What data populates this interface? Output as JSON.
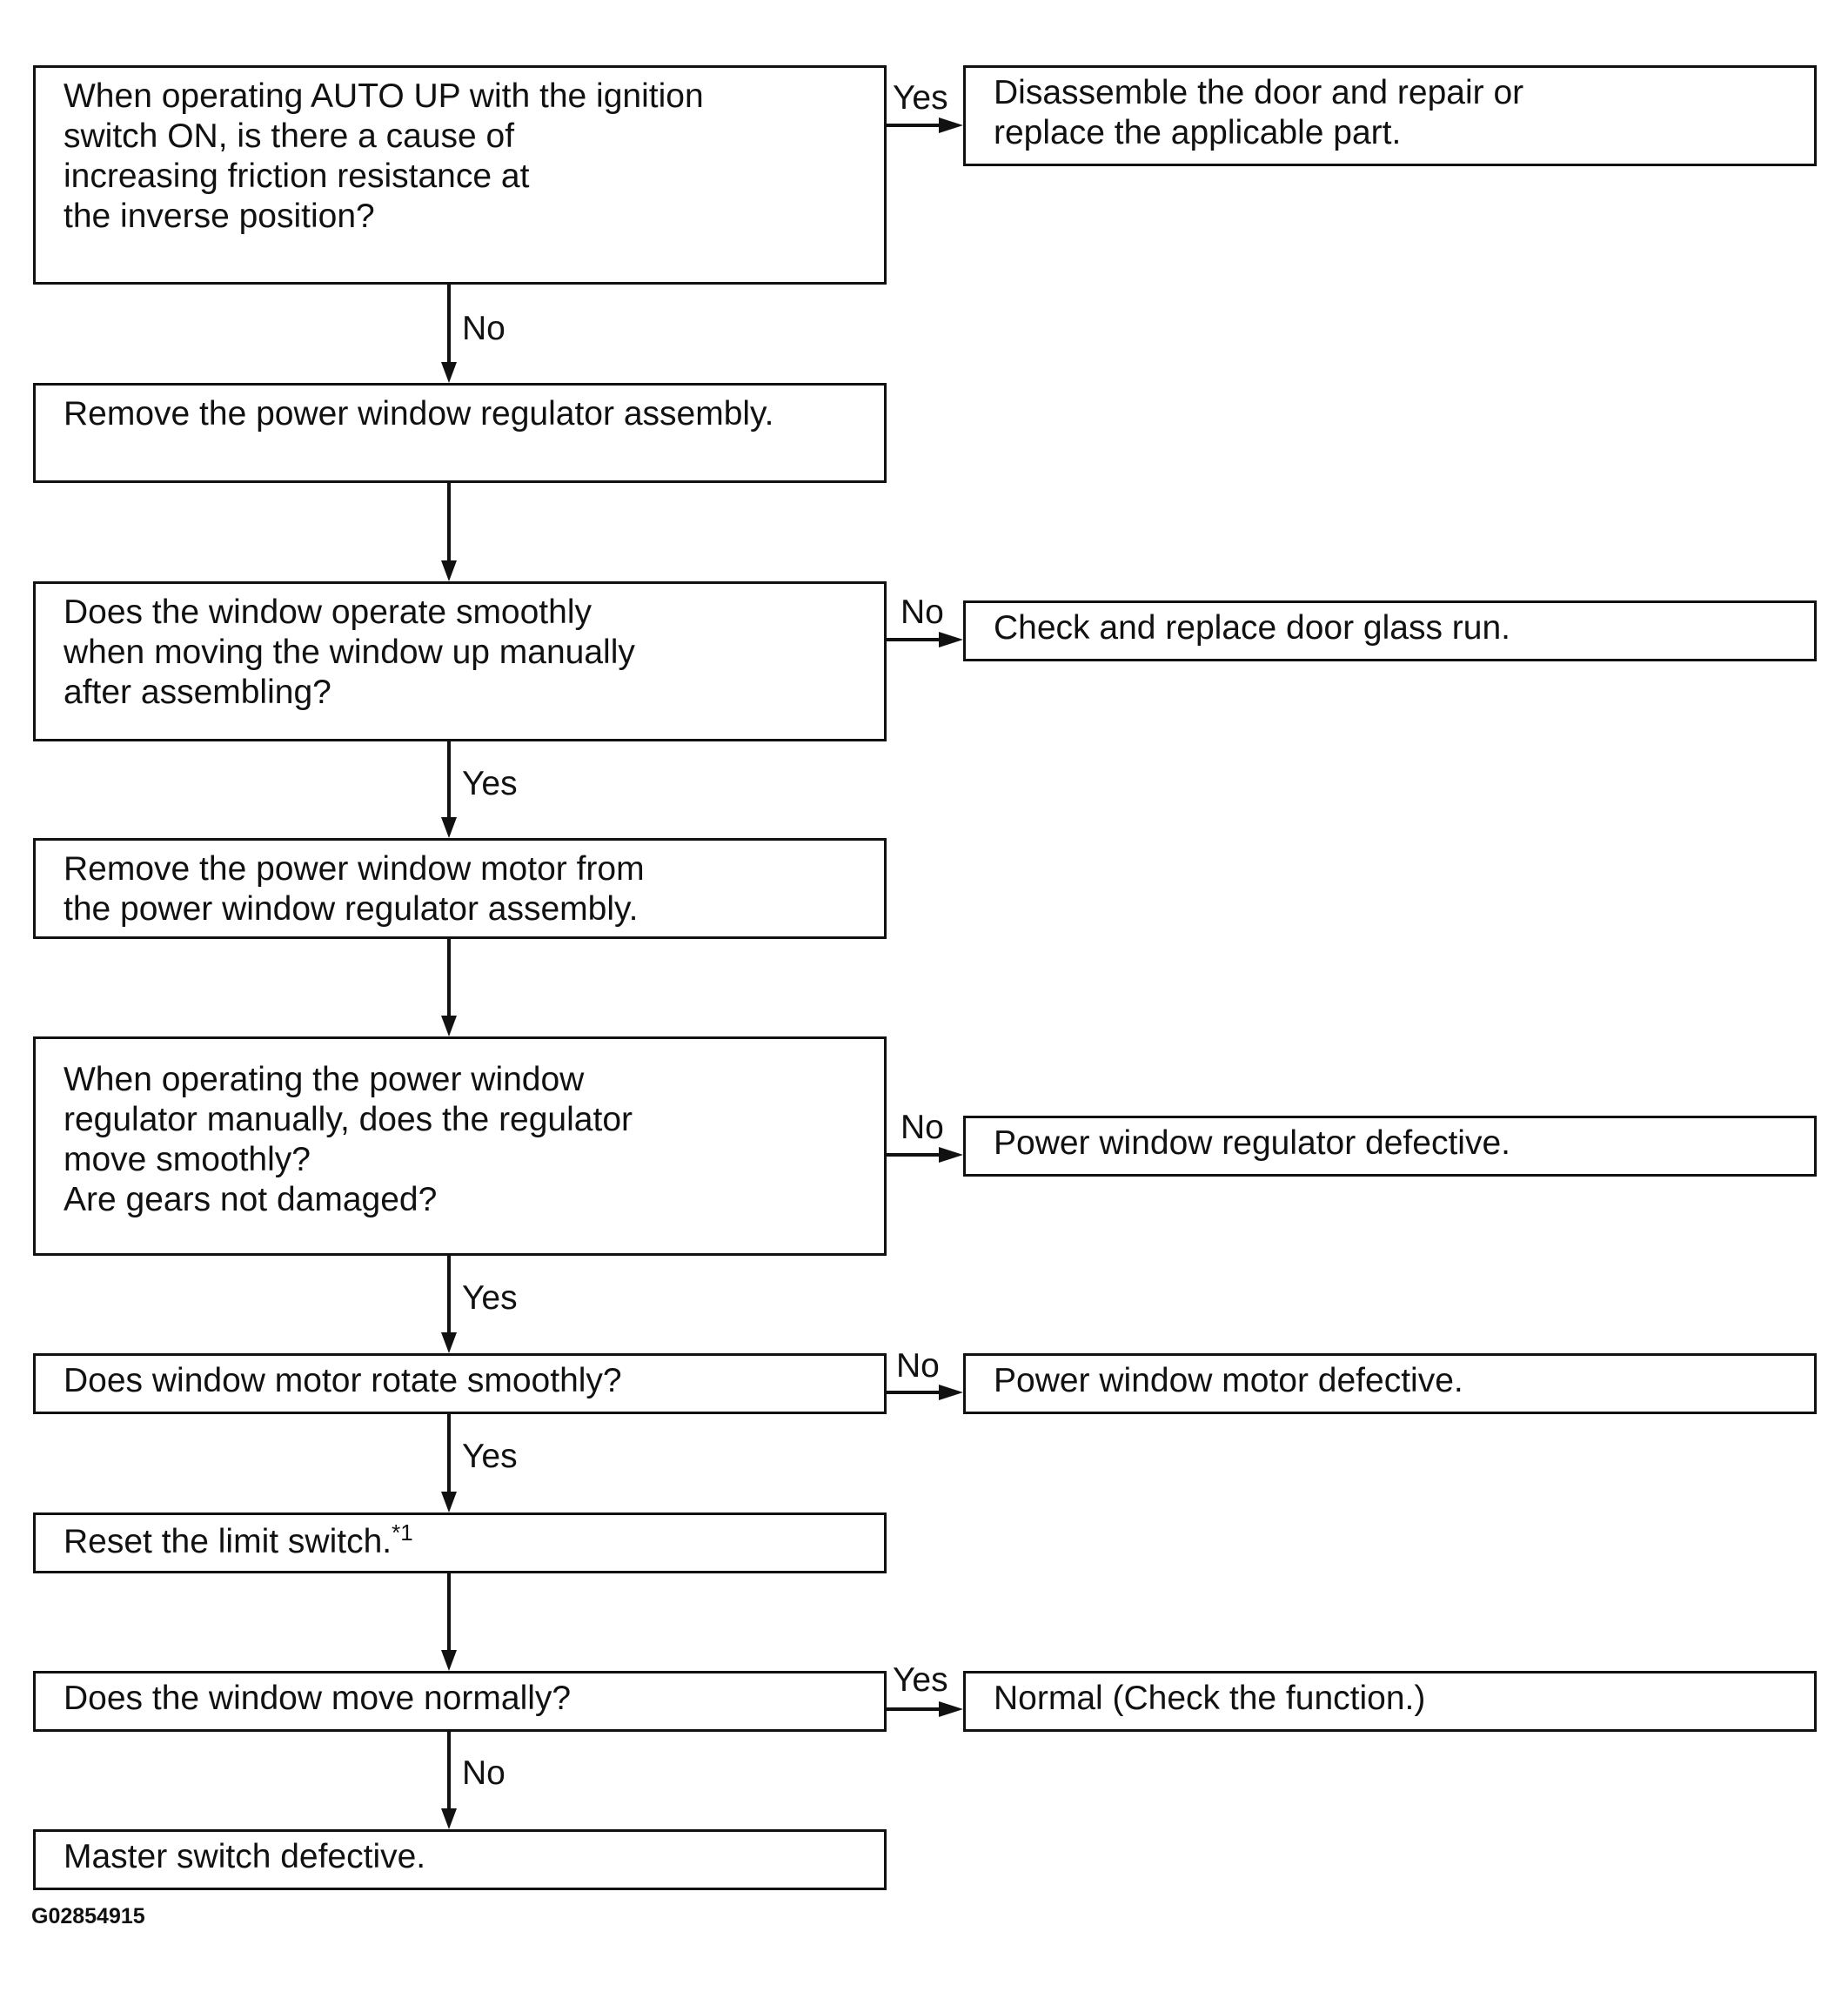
{
  "nodes": {
    "q_auto_up": "When operating AUTO UP with the ignition\nswitch ON, is there a cause of\nincreasing friction resistance at\nthe inverse position?",
    "a_disassemble_door": "Disassemble the door and repair or\nreplace the applicable part.",
    "s_remove_regulator": "Remove the power window regulator assembly.",
    "q_window_smooth": "Does the window operate smoothly\nwhen moving the window up manually\nafter assembling?",
    "a_glass_run": "Check and replace door glass run.",
    "s_remove_motor": "Remove the power window motor from\nthe power window regulator assembly.",
    "q_regulator_manual": "When operating the power window\nregulator manually, does the regulator\nmove smoothly?\nAre gears not damaged?",
    "a_regulator_defective": "Power window regulator defective.",
    "q_motor_rotate": "Does window motor rotate smoothly?",
    "a_motor_defective": "Power window motor defective.",
    "s_reset_limit": "Reset the limit switch.",
    "s_reset_limit_note": "*1",
    "q_move_normally": "Does the window move normally?",
    "a_normal": "Normal (Check the function.)",
    "a_master_defective": "Master switch defective."
  },
  "edge_labels": {
    "yes": "Yes",
    "no": "No"
  },
  "figure_code": "G02854915"
}
